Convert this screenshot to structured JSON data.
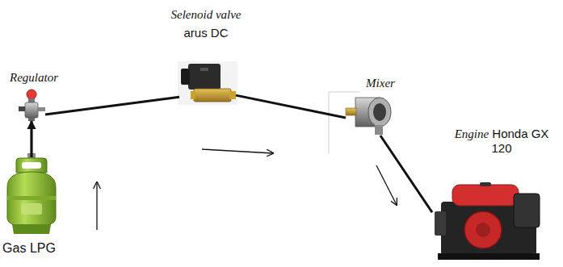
{
  "diagram": {
    "nodes": [
      {
        "text": [
          "Gas LPG"
        ]
      },
      {
        "text": [
          "Regulator"
        ]
      },
      {
        "text": [
          "Selenoid valve",
          "arus DC"
        ]
      },
      {
        "text": [
          "Mixer"
        ]
      },
      {
        "text": [
          "Engine Honda GX 120"
        ]
      }
    ],
    "edges": [
      {
        "from": 0,
        "to": 1,
        "arrow": "to"
      },
      {
        "from": 1,
        "to": 2,
        "arrow": "none"
      },
      {
        "from": 2,
        "to": 3,
        "arrow": "none"
      },
      {
        "from": 3,
        "to": 4,
        "arrow": "none"
      }
    ]
  }
}
